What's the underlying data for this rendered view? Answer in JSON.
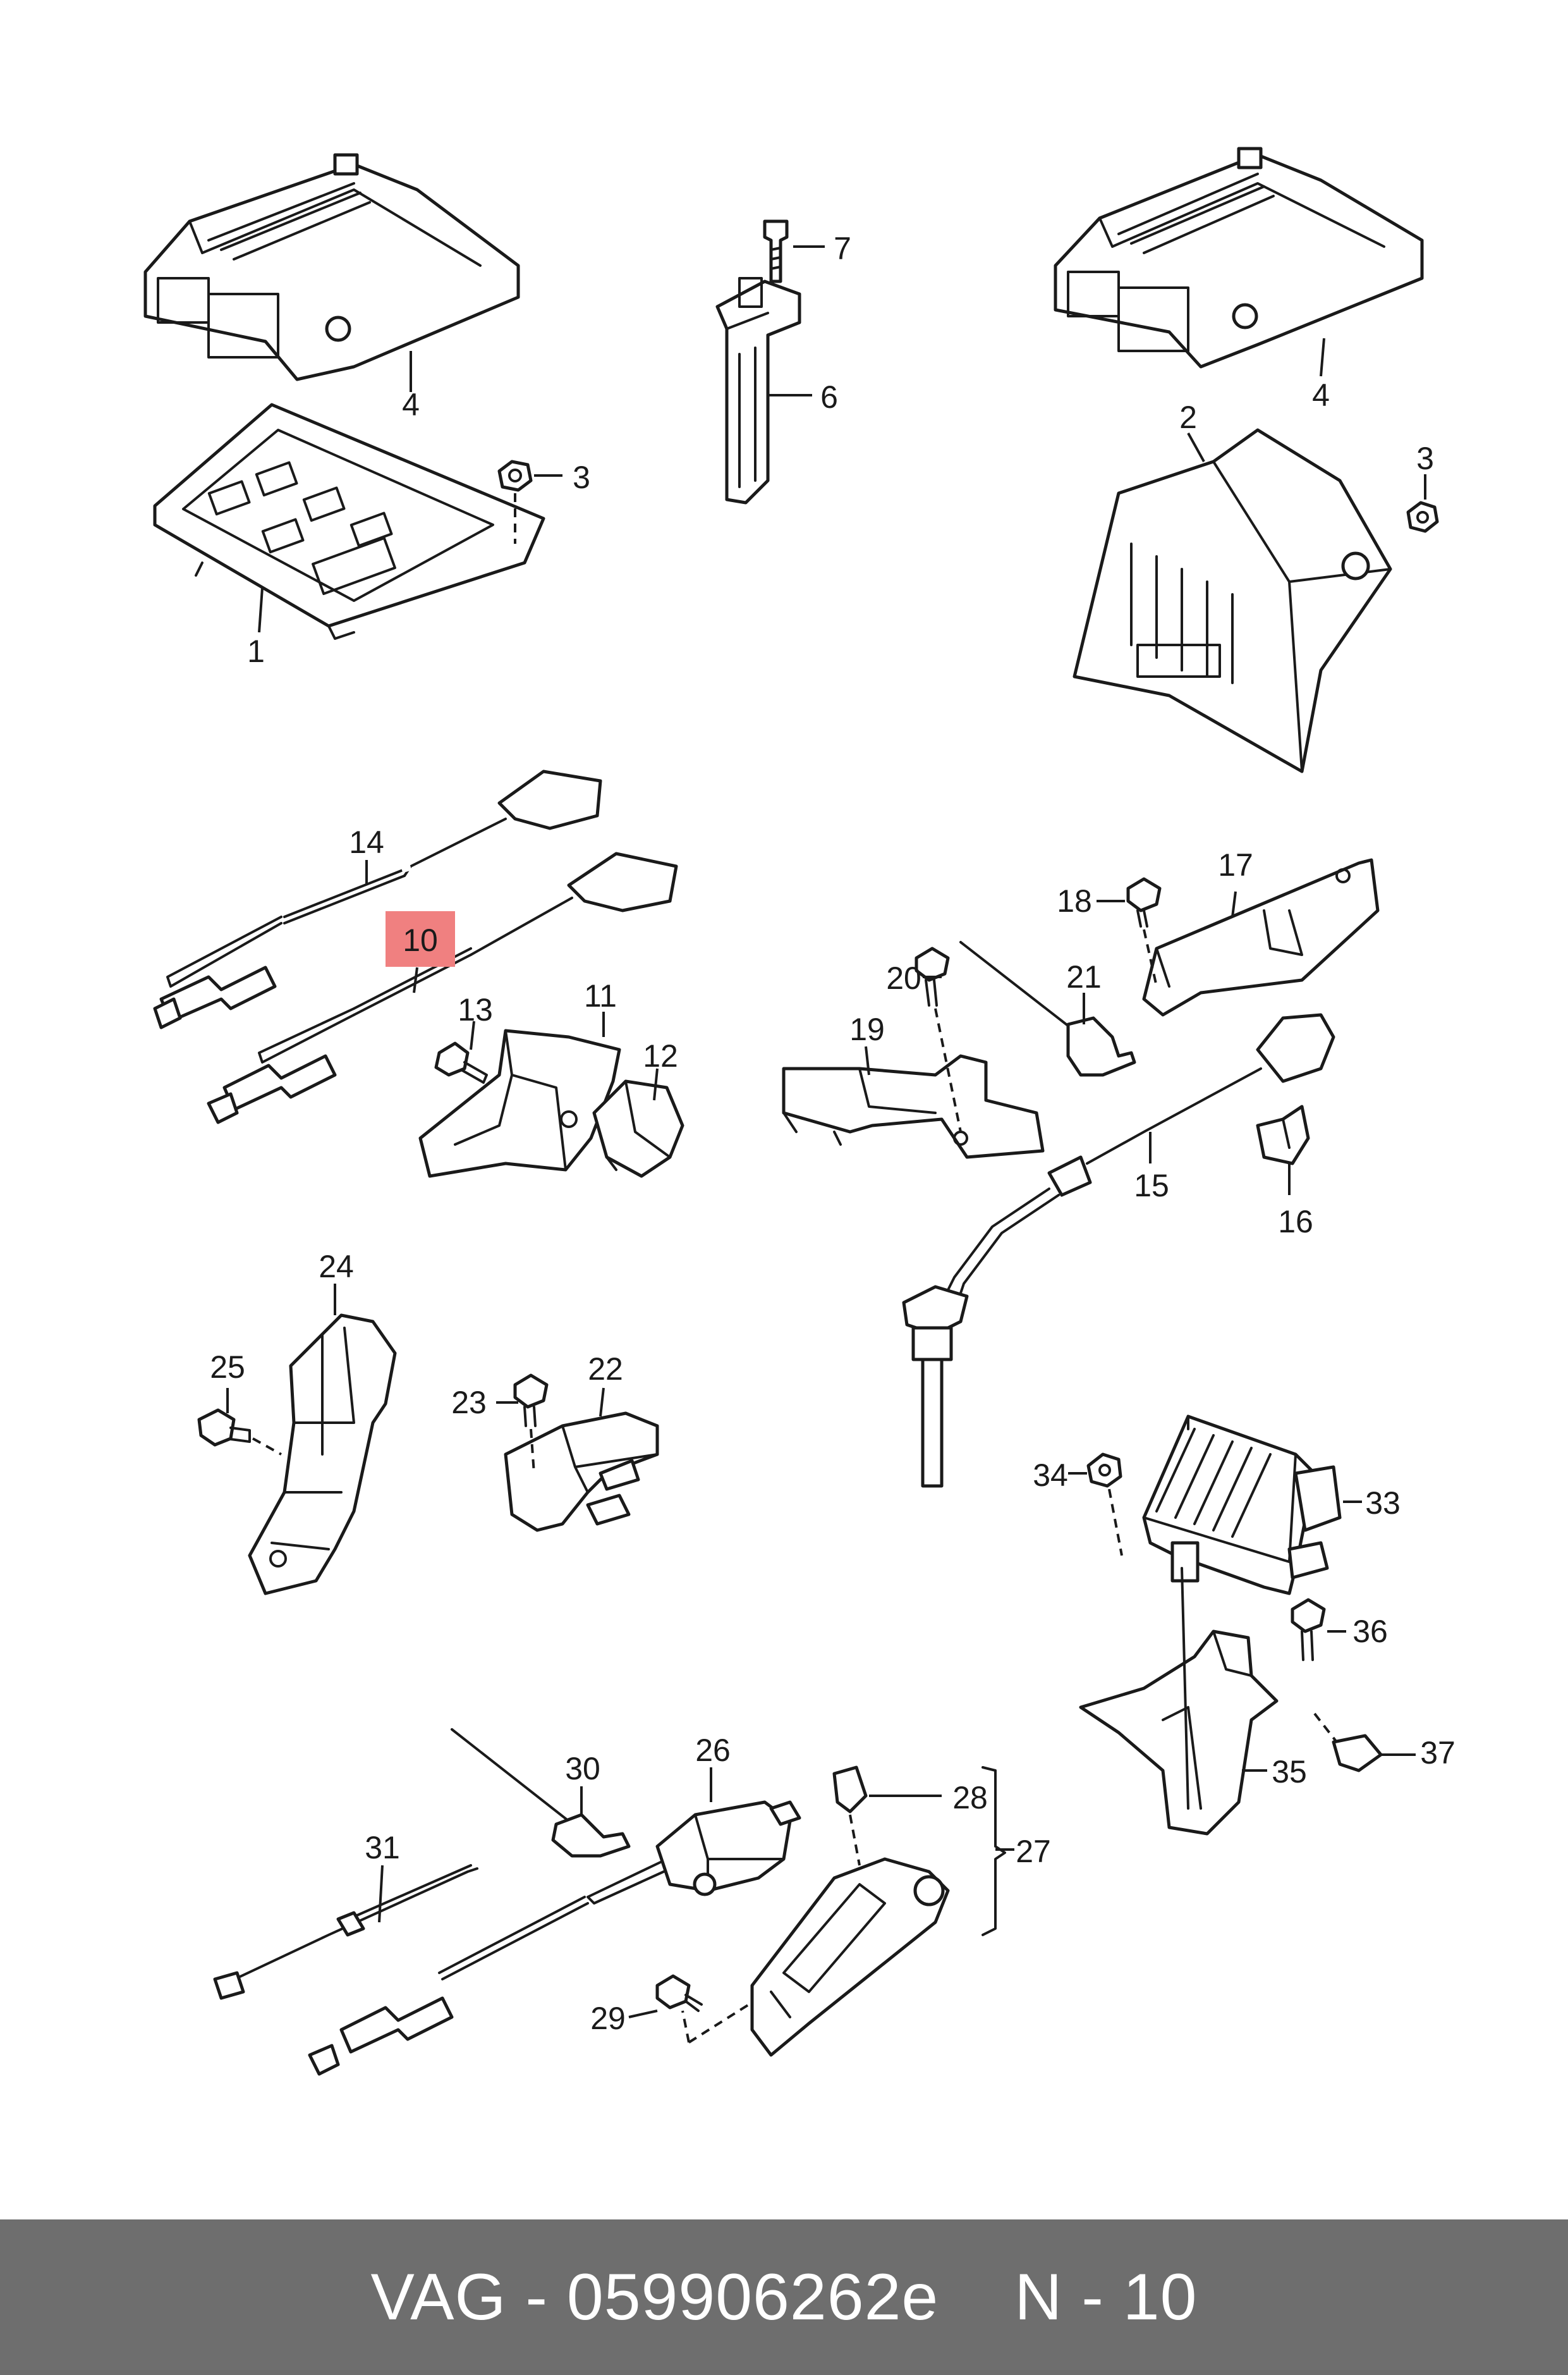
{
  "callouts": [
    {
      "id": "1",
      "label": "1"
    },
    {
      "id": "2",
      "label": "2"
    },
    {
      "id": "3a",
      "label": "3"
    },
    {
      "id": "3b",
      "label": "3"
    },
    {
      "id": "4a",
      "label": "4"
    },
    {
      "id": "4b",
      "label": "4"
    },
    {
      "id": "6",
      "label": "6"
    },
    {
      "id": "7",
      "label": "7"
    },
    {
      "id": "10",
      "label": "10",
      "highlighted": true
    },
    {
      "id": "11",
      "label": "11"
    },
    {
      "id": "12",
      "label": "12"
    },
    {
      "id": "13",
      "label": "13"
    },
    {
      "id": "14",
      "label": "14"
    },
    {
      "id": "15",
      "label": "15"
    },
    {
      "id": "16",
      "label": "16"
    },
    {
      "id": "17",
      "label": "17"
    },
    {
      "id": "18",
      "label": "18"
    },
    {
      "id": "19",
      "label": "19"
    },
    {
      "id": "20",
      "label": "20"
    },
    {
      "id": "21",
      "label": "21"
    },
    {
      "id": "22",
      "label": "22"
    },
    {
      "id": "23",
      "label": "23"
    },
    {
      "id": "24",
      "label": "24"
    },
    {
      "id": "25",
      "label": "25"
    },
    {
      "id": "26",
      "label": "26"
    },
    {
      "id": "27",
      "label": "27"
    },
    {
      "id": "28",
      "label": "28"
    },
    {
      "id": "29",
      "label": "29"
    },
    {
      "id": "30",
      "label": "30"
    },
    {
      "id": "31",
      "label": "31"
    },
    {
      "id": "33",
      "label": "33"
    },
    {
      "id": "34",
      "label": "34"
    },
    {
      "id": "35",
      "label": "35"
    },
    {
      "id": "36",
      "label": "36"
    },
    {
      "id": "37",
      "label": "37"
    }
  ],
  "highlight_color": "#f08080",
  "footer": {
    "part_number": "VAG - 059906262e",
    "position": "N - 10",
    "background": "#6e6e6e"
  }
}
